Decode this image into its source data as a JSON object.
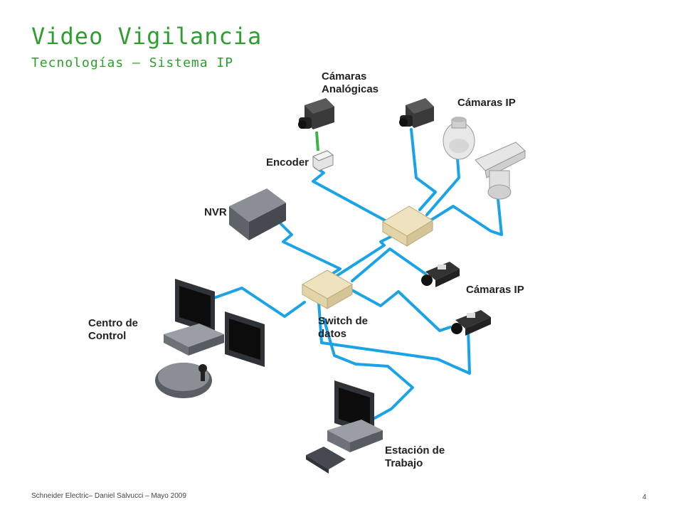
{
  "header": {
    "title": "Video Vigilancia",
    "subtitle": "Tecnologías – Sistema IP"
  },
  "diagram": {
    "labels": {
      "analog_cameras": "Cámaras Analógicas",
      "ip_cameras_top": "Cámaras IP",
      "encoder": "Encoder",
      "nvr": "NVR",
      "ip_cameras_mid": "Cámaras IP",
      "control_center": "Centro de Control",
      "data_switch": "Switch de datos",
      "workstation": "Estación de Trabajo"
    },
    "colors": {
      "cable": "#1aa3e6",
      "analog_cable": "#3cb44b",
      "title": "#2f9e2f"
    }
  },
  "footer": {
    "text": "Schneider Electric– Daniel Salvucci – Mayo 2009",
    "page": "4"
  }
}
